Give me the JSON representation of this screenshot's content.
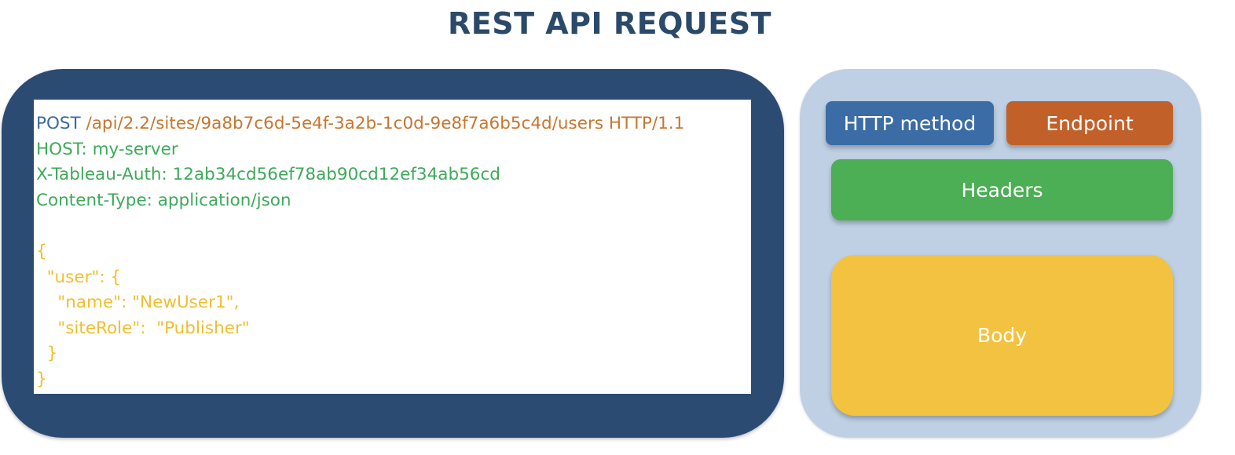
{
  "title": "REST API REQUEST",
  "colors": {
    "title": "#2b4a6a",
    "panel_dark": "#2c4b73",
    "panel_light": "#bfd0e4",
    "method": "#3b6ca5",
    "endpoint": "#c2602a",
    "headers": "#4cae55",
    "body": "#f2c240"
  },
  "code": {
    "request_line": {
      "method": "POST",
      "endpoint": " /api/2.2/sites/9a8b7c6d-5e4f-3a2b-1c0d-9e8f7a6b5c4d/users HTTP/1.1"
    },
    "headers": [
      "HOST: my-server",
      "X-Tableau-Auth: 12ab34cd56ef78ab90cd12ef34ab56cd",
      "Content-Type: application/json"
    ],
    "body": [
      "{",
      "  \"user\": {",
      "    \"name\": \"NewUser1\",",
      "    \"siteRole\":  \"Publisher\"",
      "  }",
      "}"
    ]
  },
  "legend": {
    "method": "HTTP method",
    "endpoint": "Endpoint",
    "headers": "Headers",
    "body": "Body"
  }
}
